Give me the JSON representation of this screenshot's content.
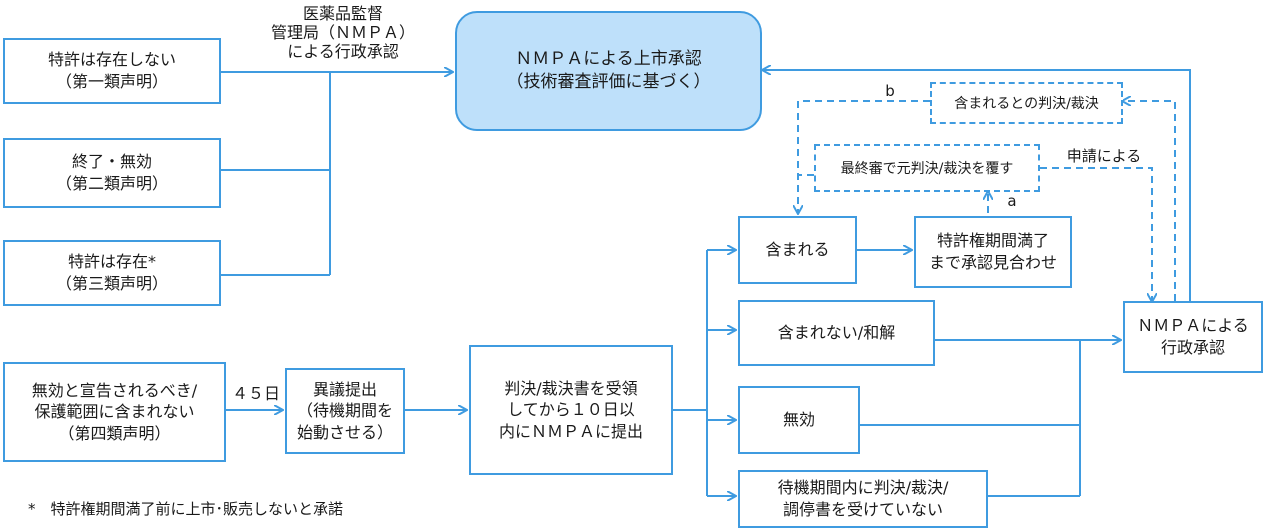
{
  "nodes": {
    "decl1": "特許は存在しない\n（第一類声明）",
    "decl2": "終了・無効\n（第二類声明）",
    "decl3": "特許は存在*\n（第三類声明）",
    "decl4": "無効と宣告されるべき/\n保護範囲に含まれない\n（第四類声明）",
    "nmpa_market": "ＮＭＰＡによる上市承認\n（技術審査評価に基づく）",
    "objection": "異議提出\n（待機期間を\n始動させる）",
    "submit": "判決/裁決書を受領\nしてから１０日以\n内にＮＭＰＡに提出",
    "included": "含まれる",
    "wait_expiry": "特許権期間満了\nまで承認見合わせ",
    "not_included": "含まれない/和解",
    "invalid": "無効",
    "no_ruling": "待機期間内に判決/裁決/\n調停書を受けていない",
    "nmpa_admin": "ＮＭＰＡによる\n行政承認",
    "ruled_included": "含まれるとの判決/裁決",
    "final_overturn": "最終審で元判決/裁決を覆す"
  },
  "labels": {
    "nmpa_admin_approval": "医薬品監督\n管理局（ＮＭＰＡ）\nによる行政承認",
    "days45": "４５日",
    "by_application": "申請による",
    "label_a": "a",
    "label_b": "b"
  },
  "footnote": "*　特許権期間満了前に上市･販売しないと承諾",
  "colors": {
    "line": "#3f9be0",
    "highlight_fill": "#bee0fa"
  }
}
